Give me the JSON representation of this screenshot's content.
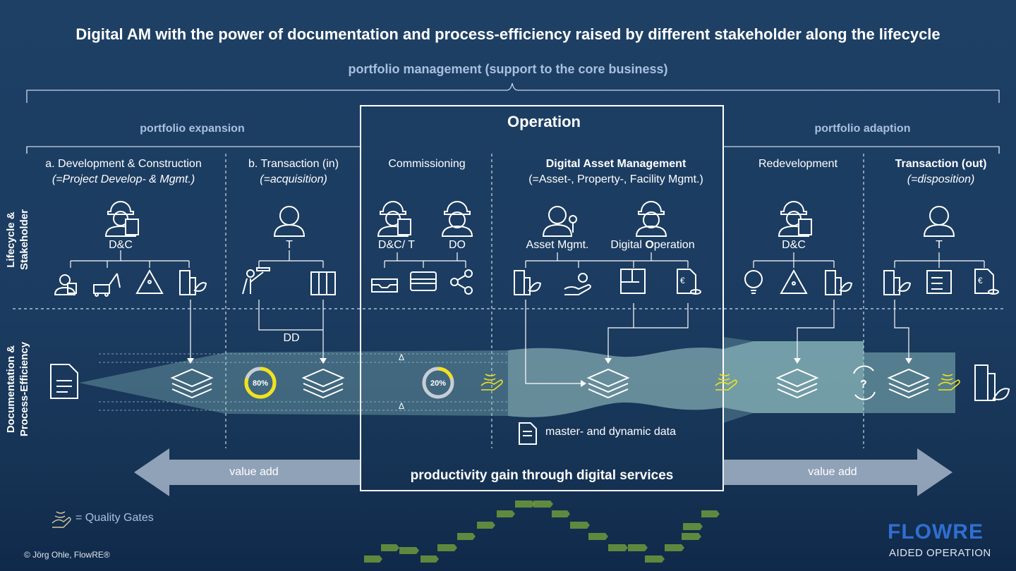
{
  "title": "Digital AM with the power of documentation and process-efficiency raised by different stakeholder along the lifecycle",
  "subtitle": "portfolio management (support to the core business)",
  "sections": {
    "expansion": "portfolio expansion",
    "operation": "Operation",
    "adaption": "portfolio adaption"
  },
  "row_labels": {
    "lifecycle": "Lifecycle & Stakeholder",
    "documentation": "Documentation & Process-Efficiency"
  },
  "columns": {
    "dev": {
      "title": "a. Development & Construction",
      "sub": "(=Project Develop- & Mgmt.)",
      "role": "D&C"
    },
    "trans_in": {
      "title": "b. Transaction (in)",
      "sub": "(=acquisition)",
      "role": "T"
    },
    "commissioning": {
      "title": "Commissioning",
      "role1": "D&C/ T",
      "role2": "DO"
    },
    "dam": {
      "title": "Digital Asset Management",
      "sub": "(=Asset-, Property-, Facility Mgmt.)",
      "role1": "Asset Mgmt.",
      "role2_first": "Digital ",
      "role2_bold": "O",
      "role2_rest": "peration"
    },
    "redev": {
      "title": "Redevelopment",
      "role": "D&C"
    },
    "trans_out": {
      "title": "Transaction (out)",
      "sub": "(=disposition)",
      "role": "T"
    }
  },
  "dd_label": "DD",
  "delta": "Δ",
  "progress": [
    {
      "label": "80%",
      "value": 0.8
    },
    {
      "label": "20%",
      "value": 0.2
    }
  ],
  "master_data": "master- and dynamic data",
  "value_add_left": "value add",
  "value_add_right": "value add",
  "productivity": "productivity gain through digital services",
  "quality_gates": "= Quality Gates",
  "copyright": "© Jörg Ohle, FlowRE®",
  "brand": {
    "name": "FLOWRE",
    "tagline": "AIDED OPERATION"
  },
  "colors": {
    "background": "#1b3b60",
    "flow": "#8fc4c2",
    "accent_yellow": "#f2e21c",
    "brand_blue": "#2f6fd0"
  }
}
